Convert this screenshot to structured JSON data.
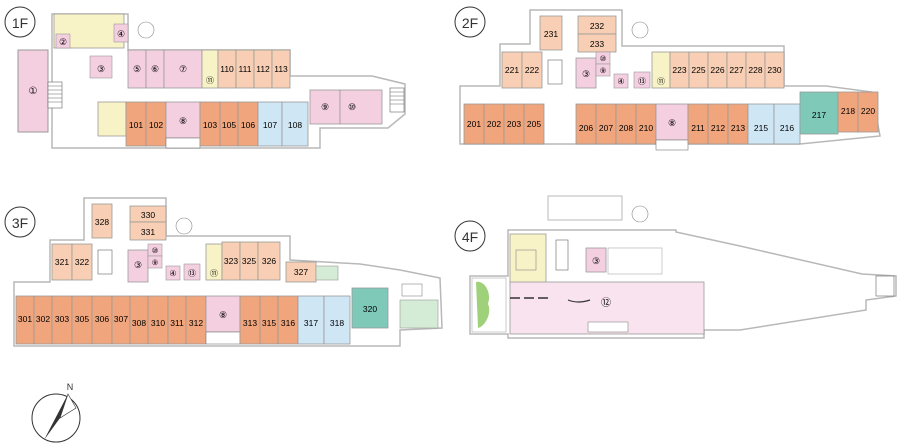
{
  "colors": {
    "room_orange": "#f1a57d",
    "room_peach": "#f8cfb4",
    "room_pink": "#f4cfe0",
    "room_yellow": "#f8f3c6",
    "room_blue": "#cfe6f4",
    "room_teal": "#7ec9b8",
    "room_green": "#d4ecd5",
    "light_pink": "#f9e3ee",
    "wall": "#7a7a7a",
    "column": "#222222",
    "outline": "#b8b8b8"
  },
  "floors": [
    {
      "label": "1F",
      "rooms": [
        {
          "label": "①",
          "color": "pink"
        },
        {
          "label": "②",
          "color": "pink"
        },
        {
          "label": "③",
          "color": "pink"
        },
        {
          "label": "④",
          "color": "pink"
        },
        {
          "label": "⑤",
          "color": "pink"
        },
        {
          "label": "⑥",
          "color": "pink"
        },
        {
          "label": "⑦",
          "color": "pink"
        },
        {
          "label": "⑪",
          "color": "yellow"
        },
        {
          "label": "110",
          "color": "peach"
        },
        {
          "label": "111",
          "color": "peach"
        },
        {
          "label": "112",
          "color": "peach"
        },
        {
          "label": "113",
          "color": "peach"
        },
        {
          "label": "101",
          "color": "orange"
        },
        {
          "label": "102",
          "color": "orange"
        },
        {
          "label": "⑧",
          "color": "pink"
        },
        {
          "label": "103",
          "color": "orange"
        },
        {
          "label": "105",
          "color": "orange"
        },
        {
          "label": "106",
          "color": "orange"
        },
        {
          "label": "107",
          "color": "blue"
        },
        {
          "label": "108",
          "color": "blue"
        },
        {
          "label": "⑨",
          "color": "pink"
        },
        {
          "label": "⑩",
          "color": "pink"
        }
      ]
    },
    {
      "label": "2F",
      "rooms": [
        {
          "label": "231",
          "color": "peach"
        },
        {
          "label": "232",
          "color": "peach"
        },
        {
          "label": "233",
          "color": "peach"
        },
        {
          "label": "221",
          "color": "peach"
        },
        {
          "label": "222",
          "color": "peach"
        },
        {
          "label": "③",
          "color": "pink"
        },
        {
          "label": "⑩",
          "color": "pink"
        },
        {
          "label": "⑨",
          "color": "pink"
        },
        {
          "label": "④",
          "color": "pink"
        },
        {
          "label": "⑬",
          "color": "pink"
        },
        {
          "label": "⑪",
          "color": "yellow"
        },
        {
          "label": "223",
          "color": "peach"
        },
        {
          "label": "225",
          "color": "peach"
        },
        {
          "label": "226",
          "color": "peach"
        },
        {
          "label": "227",
          "color": "peach"
        },
        {
          "label": "228",
          "color": "peach"
        },
        {
          "label": "230",
          "color": "peach"
        },
        {
          "label": "201",
          "color": "orange"
        },
        {
          "label": "202",
          "color": "orange"
        },
        {
          "label": "203",
          "color": "orange"
        },
        {
          "label": "205",
          "color": "orange"
        },
        {
          "label": "206",
          "color": "orange"
        },
        {
          "label": "207",
          "color": "orange"
        },
        {
          "label": "208",
          "color": "orange"
        },
        {
          "label": "210",
          "color": "orange"
        },
        {
          "label": "⑧",
          "color": "pink"
        },
        {
          "label": "211",
          "color": "orange"
        },
        {
          "label": "212",
          "color": "orange"
        },
        {
          "label": "213",
          "color": "orange"
        },
        {
          "label": "215",
          "color": "blue"
        },
        {
          "label": "216",
          "color": "blue"
        },
        {
          "label": "217",
          "color": "teal"
        },
        {
          "label": "218",
          "color": "orange"
        },
        {
          "label": "220",
          "color": "orange"
        }
      ]
    },
    {
      "label": "3F",
      "rooms": [
        {
          "label": "328",
          "color": "peach"
        },
        {
          "label": "330",
          "color": "peach"
        },
        {
          "label": "331",
          "color": "peach"
        },
        {
          "label": "321",
          "color": "peach"
        },
        {
          "label": "322",
          "color": "peach"
        },
        {
          "label": "③",
          "color": "pink"
        },
        {
          "label": "⑩",
          "color": "pink"
        },
        {
          "label": "⑨",
          "color": "pink"
        },
        {
          "label": "④",
          "color": "pink"
        },
        {
          "label": "⑬",
          "color": "pink"
        },
        {
          "label": "⑪",
          "color": "yellow"
        },
        {
          "label": "323",
          "color": "peach"
        },
        {
          "label": "325",
          "color": "peach"
        },
        {
          "label": "326",
          "color": "peach"
        },
        {
          "label": "327",
          "color": "peach"
        },
        {
          "label": "301",
          "color": "orange"
        },
        {
          "label": "302",
          "color": "orange"
        },
        {
          "label": "303",
          "color": "orange"
        },
        {
          "label": "305",
          "color": "orange"
        },
        {
          "label": "306",
          "color": "orange"
        },
        {
          "label": "307",
          "color": "orange"
        },
        {
          "label": "308",
          "color": "orange"
        },
        {
          "label": "310",
          "color": "orange"
        },
        {
          "label": "311",
          "color": "orange"
        },
        {
          "label": "312",
          "color": "orange"
        },
        {
          "label": "⑧",
          "color": "pink"
        },
        {
          "label": "313",
          "color": "orange"
        },
        {
          "label": "315",
          "color": "orange"
        },
        {
          "label": "316",
          "color": "orange"
        },
        {
          "label": "317",
          "color": "blue"
        },
        {
          "label": "318",
          "color": "blue"
        },
        {
          "label": "320",
          "color": "teal"
        }
      ]
    },
    {
      "label": "4F",
      "rooms": [
        {
          "label": "③",
          "color": "pink"
        },
        {
          "label": "⑫",
          "color": "pink"
        }
      ]
    }
  ],
  "compass": {
    "label": "N"
  }
}
